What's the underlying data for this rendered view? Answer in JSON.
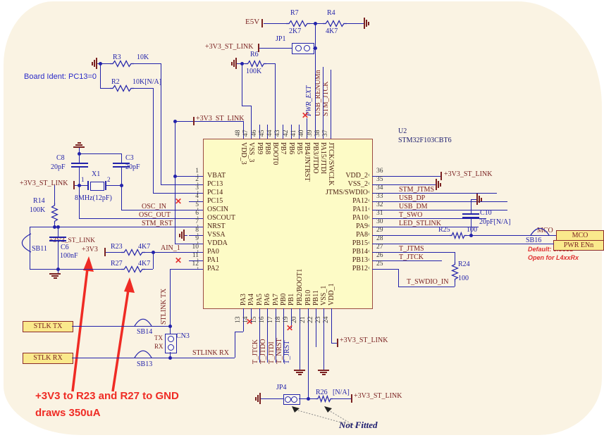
{
  "board_note": "Board Ident: PC13=0",
  "annotations": {
    "red_note_line1": "+3V3 to R23 and R27 to GND",
    "red_note_line2": "draws 350uA",
    "not_fitted": "Not Fitted",
    "sb16_note_line1": "Default: closed",
    "sb16_note_line2": "Open for L4xxRx"
  },
  "chip": {
    "ref": "U2",
    "part": "STM32F103CBT6",
    "pins_left": [
      [
        "1",
        "VBAT"
      ],
      [
        "2",
        "PC13"
      ],
      [
        "3",
        "PC14"
      ],
      [
        "4",
        "PC15"
      ],
      [
        "5",
        "OSCIN"
      ],
      [
        "6",
        "OSCOUT"
      ],
      [
        "7",
        "NRST"
      ],
      [
        "8",
        "VSSA"
      ],
      [
        "9",
        "VDDA"
      ],
      [
        "10",
        "PA0"
      ],
      [
        "11",
        "PA1"
      ],
      [
        "12",
        "PA2"
      ]
    ],
    "pins_right": [
      [
        "36",
        "VDD_2"
      ],
      [
        "35",
        "VSS_2"
      ],
      [
        "34",
        "JTMS/SWDIO"
      ],
      [
        "33",
        "PA12"
      ],
      [
        "32",
        "PA11"
      ],
      [
        "31",
        "PA10"
      ],
      [
        "30",
        "PA9"
      ],
      [
        "29",
        "PA8"
      ],
      [
        "28",
        "PB15"
      ],
      [
        "27",
        "PB14"
      ],
      [
        "26",
        "PB13"
      ],
      [
        "25",
        "PB12"
      ]
    ],
    "pins_top": [
      [
        "48",
        "VDD_3"
      ],
      [
        "47",
        "VSS_3"
      ],
      [
        "46",
        "PB9"
      ],
      [
        "45",
        "PB8"
      ],
      [
        "44",
        "BOOT0"
      ],
      [
        "43",
        "PB7"
      ],
      [
        "42",
        "PB6"
      ],
      [
        "41",
        "PB5"
      ],
      [
        "40",
        "PB4/JNTRST"
      ],
      [
        "39",
        "PB3/JTDO"
      ],
      [
        "38",
        "PA15/JTDI"
      ],
      [
        "37",
        "JTCK/SWCLK"
      ]
    ],
    "pins_bottom": [
      [
        "13",
        "PA3"
      ],
      [
        "14",
        "PA4"
      ],
      [
        "15",
        "PA5"
      ],
      [
        "16",
        "PA6"
      ],
      [
        "17",
        "PA7"
      ],
      [
        "18",
        "PB0"
      ],
      [
        "19",
        "PB1"
      ],
      [
        "20",
        "PB2/BOOT1"
      ],
      [
        "21",
        "PB10"
      ],
      [
        "22",
        "PB11"
      ],
      [
        "23",
        "VSS_1"
      ],
      [
        "24",
        "VDD_1"
      ]
    ]
  },
  "components": {
    "R7": {
      "ref": "R7",
      "value": "2K7"
    },
    "R4": {
      "ref": "R4",
      "value": "4K7"
    },
    "R3": {
      "ref": "R3",
      "value": "10K"
    },
    "R2": {
      "ref": "R2",
      "value": "10K[N/A]"
    },
    "R6": {
      "ref": "R6",
      "value": "100K"
    },
    "R14": {
      "ref": "R14",
      "value": "100K"
    },
    "R23": {
      "ref": "R23",
      "value": "4K7"
    },
    "R27": {
      "ref": "R27",
      "value": "4K7"
    },
    "R25": {
      "ref": "R25",
      "value": "100"
    },
    "R24": {
      "ref": "R24",
      "value": "100"
    },
    "R26": {
      "ref": "R26",
      "value": "[N/A]"
    },
    "C8": {
      "ref": "C8",
      "value": "20pF"
    },
    "C3": {
      "ref": "C3",
      "value": "20pF"
    },
    "C6": {
      "ref": "C6",
      "value": "100nF"
    },
    "C10": {
      "ref": "C10",
      "value": "20pF[N/A]"
    },
    "X1": {
      "ref": "X1",
      "value": "8MHz(12pF)",
      "pin1": "1",
      "pin2": "2"
    },
    "JP1": {
      "ref": "JP1"
    },
    "JP4": {
      "ref": "JP4"
    },
    "CN3": {
      "ref": "CN3"
    },
    "SB11": {
      "ref": "SB11"
    },
    "SB13": {
      "ref": "SB13"
    },
    "SB14": {
      "ref": "SB14"
    },
    "SB16": {
      "ref": "SB16"
    }
  },
  "ports": {
    "e5v": "E5V",
    "v3_stlink": "+3V3_ST_LINK",
    "v3": "+3V3"
  },
  "net_labels": {
    "osc_in": "OSC_IN",
    "osc_out": "OSC_OUT",
    "stm_rst": "STM_RST",
    "ain_1": "AIN_1",
    "stm_jtms": "STM_JTMS",
    "usb_dp": "USB_DP",
    "usb_dm": "USB_DM",
    "t_swo": "T_SWO",
    "led_stlink": "LED_STLINK",
    "t_jtms": "T_JTMS",
    "t_jtck": "T_JTCK",
    "t_swdio_in": "T_SWDIO_IN",
    "mco": "MCO",
    "pwr_ext": "PWR_EXT",
    "usb_renumn": "USB_RENUMn",
    "stm_jtck": "STM_JTCK",
    "stlink_tx": "STLINK TX",
    "stlink_rx": "STLINK RX",
    "t_jtdo": "T_JTDO",
    "t_jtdi": "T_JTDI",
    "t_nrst": "T_NRST",
    "t_jrst": "T_JRST",
    "tx": "TX",
    "rx": "RX"
  },
  "boxes": {
    "stlk_tx": "STLK TX",
    "stlk_rx": "STLK RX",
    "mco": "MCO",
    "pwr_enn": "PWR ENn"
  },
  "colors": {
    "wire": "#2222aa",
    "net_label": "#7a2121",
    "chip_fill": "#fdfbc6",
    "chip_border": "#9b4a42",
    "yellow_box": "#fae98c",
    "nc_cross": "#e23030",
    "annotation_red": "#ef2b24"
  }
}
